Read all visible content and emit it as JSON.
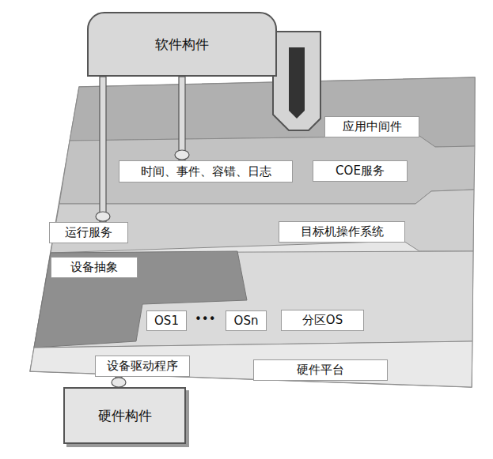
{
  "diagram": {
    "nodes": [
      {
        "text": [
          "软件构件"
        ]
      },
      {
        "text": [
          "应用中间件"
        ]
      },
      {
        "text": [
          "时间、事件、容错、日志"
        ]
      },
      {
        "text": [
          "COE服务"
        ]
      },
      {
        "text": [
          "运行服务"
        ]
      },
      {
        "text": [
          "目标机操作系统"
        ]
      },
      {
        "text": [
          "设备抽象"
        ]
      },
      {
        "text": [
          "OS1"
        ]
      },
      {
        "text": [
          "OSn"
        ]
      },
      {
        "text": [
          "分区OS"
        ]
      },
      {
        "text": [
          "设备驱动程序"
        ]
      },
      {
        "text": [
          "硬件平台"
        ]
      },
      {
        "text": [
          "硬件构件"
        ]
      }
    ],
    "edges": [
      {
        "from": 0,
        "to": 4,
        "arrow": "none"
      },
      {
        "from": 0,
        "to": 2,
        "arrow": "none"
      },
      {
        "from": 12,
        "to": 10,
        "arrow": "none"
      }
    ],
    "labels": [
      "•••"
    ]
  }
}
